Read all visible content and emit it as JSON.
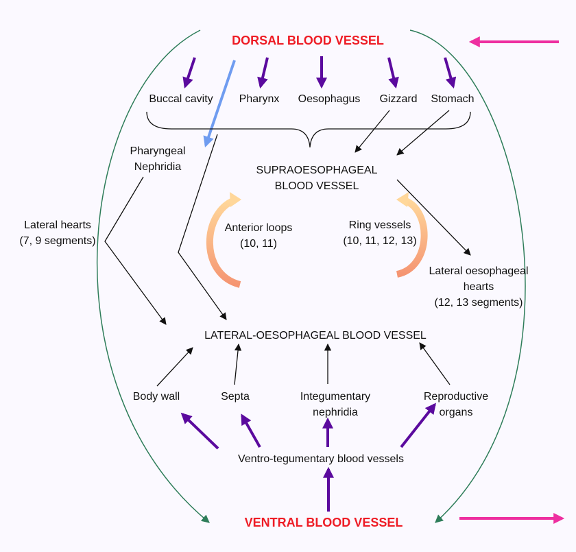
{
  "colors": {
    "title_red": "#ee1c25",
    "purple_arrow": "#5b0a9e",
    "blue_arrow": "#6f9cf0",
    "pink_arrow": "#ee2fa0",
    "loop_green": "#2e7d5a",
    "loop_gradient_top": "#ffd79a",
    "loop_gradient_bottom": "#f59572",
    "black": "#111111"
  },
  "titles": {
    "dorsal": "DORSAL BLOOD VESSEL",
    "ventral": "VENTRAL BLOOD VESSEL"
  },
  "organs_top": {
    "buccal": "Buccal cavity",
    "pharynx": "Pharynx",
    "oesophagus": "Oesophagus",
    "gizzard": "Gizzard",
    "stomach": "Stomach"
  },
  "supra": {
    "line1": "SUPRAOESOPHAGEAL",
    "line2": "BLOOD VESSEL"
  },
  "pharyngeal": {
    "line1": "Pharyngeal",
    "line2": "Nephridia"
  },
  "lateral_hearts": {
    "line1": "Lateral hearts",
    "line2": "(7, 9 segments)"
  },
  "anterior_loops": {
    "line1": "Anterior loops",
    "line2": "(10, 11)"
  },
  "ring_vessels": {
    "line1": "Ring vessels",
    "line2": "(10, 11, 12, 13)"
  },
  "lateral_oeso_hearts": {
    "line1": "Lateral oesophageal",
    "line2": "hearts",
    "line3": "(12, 13 segments)"
  },
  "lateral_oeso_vessel": "LATERAL-OESOPHAGEAL BLOOD VESSEL",
  "organs_bottom": {
    "body_wall": "Body wall",
    "septa": "Septa",
    "integ_line1": "Integumentary",
    "integ_line2": "nephridia",
    "repro_line1": "Reproductive",
    "repro_line2": "organs"
  },
  "ventro": "Ventro-tegumentary blood vessels"
}
